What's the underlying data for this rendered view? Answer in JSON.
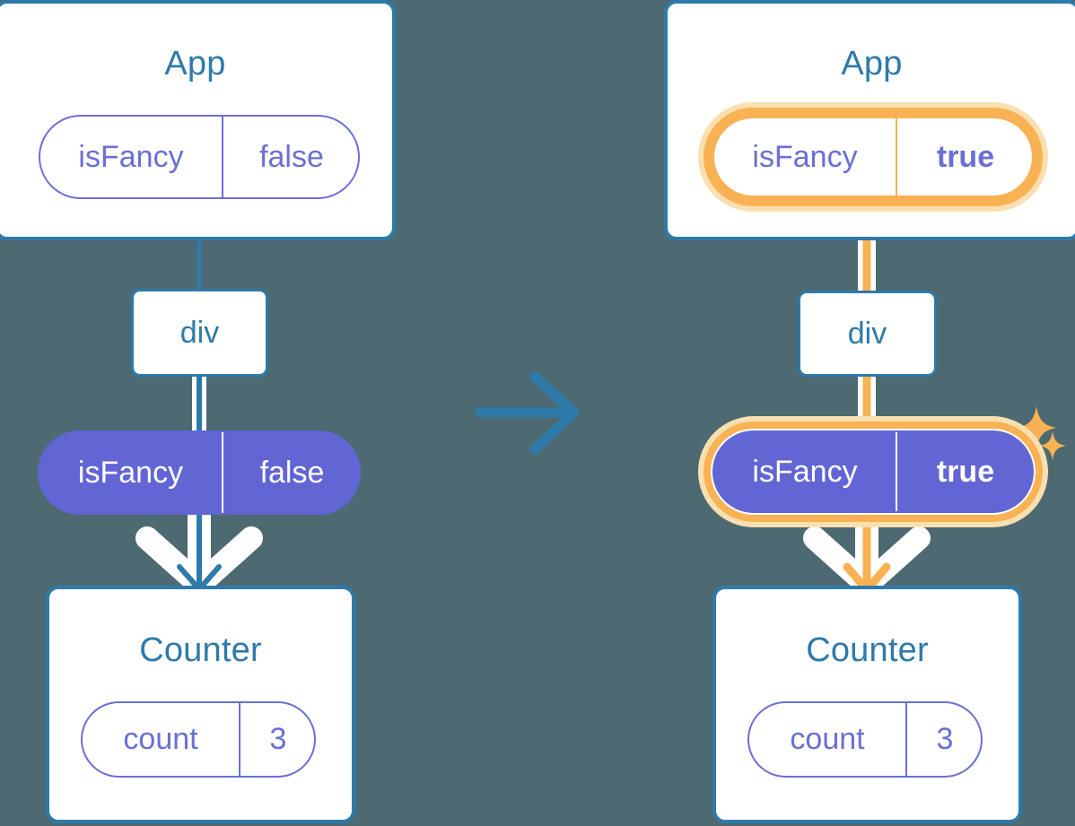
{
  "diagram": {
    "title": "React state propagation: App isFancy false to true",
    "background_color": "#4d6972",
    "accent_blue": "#2d7aab",
    "accent_purple": "#6166d4",
    "accent_orange": "#f8b254",
    "accent_orange_light": "#fae0b0",
    "transition_arrow": "right-arrow"
  },
  "left_panel": {
    "app_box": {
      "title": "App",
      "state_pill": {
        "key": "isFancy",
        "value": "false",
        "style": "outline"
      }
    },
    "div_node": {
      "label": "div"
    },
    "prop_pill": {
      "key": "isFancy",
      "value": "false",
      "style": "filled"
    },
    "counter_box": {
      "title": "Counter",
      "state_pill": {
        "key": "count",
        "value": "3",
        "style": "outline"
      }
    }
  },
  "right_panel": {
    "app_box": {
      "title": "App",
      "state_pill": {
        "key": "isFancy",
        "value": "true",
        "style": "outline",
        "highlighted": true,
        "sparkle": true
      }
    },
    "div_node": {
      "label": "div"
    },
    "prop_pill": {
      "key": "isFancy",
      "value": "true",
      "style": "filled",
      "highlighted": true,
      "sparkle": true
    },
    "counter_box": {
      "title": "Counter",
      "state_pill": {
        "key": "count",
        "value": "3",
        "style": "outline"
      }
    }
  }
}
